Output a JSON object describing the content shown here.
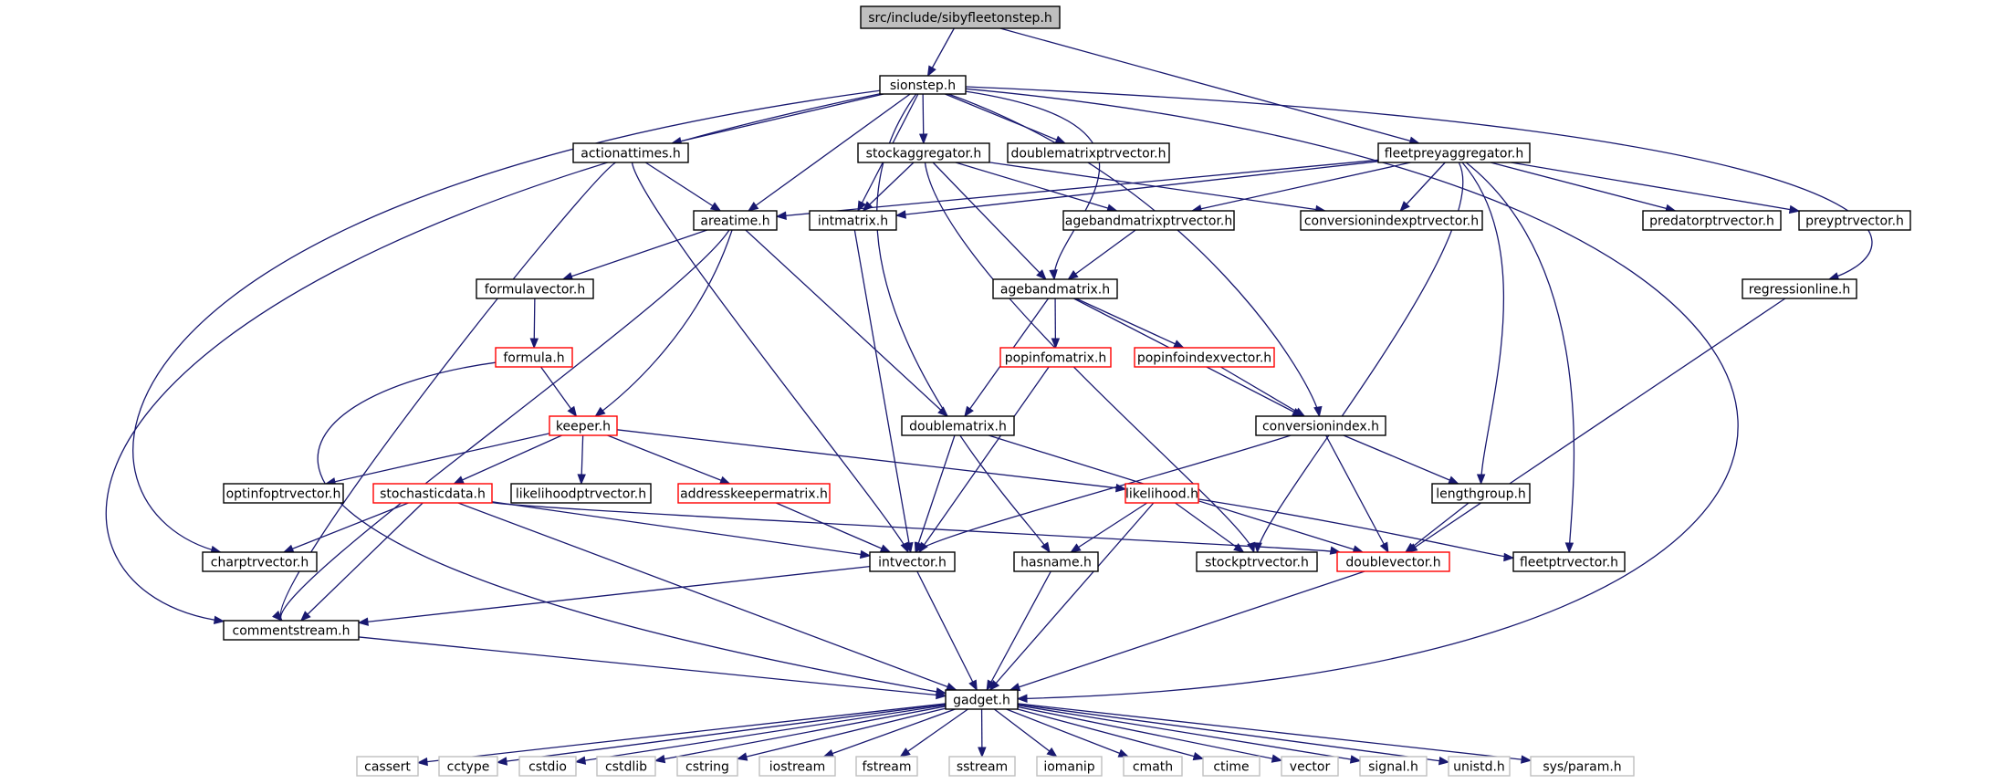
{
  "colors": {
    "edge": "#191970",
    "node_border_normal": "#000000",
    "node_border_incomplete": "#ff0000",
    "node_border_system": "#bfbfbf",
    "root_fill": "#bfbfbf",
    "node_fill": "#ffffff"
  },
  "nodes": [
    {
      "id": "root",
      "label": "src/include/sibyfleetonstep.h",
      "style": "root"
    },
    {
      "id": "sionstep",
      "label": "sionstep.h",
      "style": "normal"
    },
    {
      "id": "fleetprey",
      "label": "fleetpreyaggregator.h",
      "style": "normal"
    },
    {
      "id": "actiontimes",
      "label": "actionattimes.h",
      "style": "normal"
    },
    {
      "id": "stockagg",
      "label": "stockaggregator.h",
      "style": "normal"
    },
    {
      "id": "dmpv",
      "label": "doublematrixptrvector.h",
      "style": "normal"
    },
    {
      "id": "areatime",
      "label": "areatime.h",
      "style": "normal"
    },
    {
      "id": "intmatrix",
      "label": "intmatrix.h",
      "style": "normal"
    },
    {
      "id": "abmpv",
      "label": "agebandmatrixptrvector.h",
      "style": "normal"
    },
    {
      "id": "cipv",
      "label": "conversionindexptrvector.h",
      "style": "normal"
    },
    {
      "id": "predpv",
      "label": "predatorptrvector.h",
      "style": "normal"
    },
    {
      "id": "preypv",
      "label": "preyptrvector.h",
      "style": "normal"
    },
    {
      "id": "regline",
      "label": "regressionline.h",
      "style": "normal"
    },
    {
      "id": "formvec",
      "label": "formulavector.h",
      "style": "normal"
    },
    {
      "id": "abm",
      "label": "agebandmatrix.h",
      "style": "normal"
    },
    {
      "id": "formula",
      "label": "formula.h",
      "style": "incomplete"
    },
    {
      "id": "popinfomatrix",
      "label": "popinfomatrix.h",
      "style": "incomplete"
    },
    {
      "id": "popinfoidx",
      "label": "popinfoindexvector.h",
      "style": "incomplete"
    },
    {
      "id": "keeper",
      "label": "keeper.h",
      "style": "incomplete"
    },
    {
      "id": "doublematrix",
      "label": "doublematrix.h",
      "style": "normal"
    },
    {
      "id": "convidx",
      "label": "conversionindex.h",
      "style": "normal"
    },
    {
      "id": "optinfo",
      "label": "optinfoptrvector.h",
      "style": "normal"
    },
    {
      "id": "stochdata",
      "label": "stochasticdata.h",
      "style": "incomplete"
    },
    {
      "id": "likpv",
      "label": "likelihoodptrvector.h",
      "style": "normal"
    },
    {
      "id": "addrkeeper",
      "label": "addresskeepermatrix.h",
      "style": "incomplete"
    },
    {
      "id": "likelihood",
      "label": "likelihood.h",
      "style": "incomplete"
    },
    {
      "id": "lengthgroup",
      "label": "lengthgroup.h",
      "style": "normal"
    },
    {
      "id": "charpv",
      "label": "charptrvector.h",
      "style": "normal"
    },
    {
      "id": "intvector",
      "label": "intvector.h",
      "style": "normal"
    },
    {
      "id": "hasname",
      "label": "hasname.h",
      "style": "normal"
    },
    {
      "id": "stockpv",
      "label": "stockptrvector.h",
      "style": "normal"
    },
    {
      "id": "doublevector",
      "label": "doublevector.h",
      "style": "incomplete"
    },
    {
      "id": "fleetpv",
      "label": "fleetptrvector.h",
      "style": "normal"
    },
    {
      "id": "commentstream",
      "label": "commentstream.h",
      "style": "normal"
    },
    {
      "id": "gadget",
      "label": "gadget.h",
      "style": "normal"
    },
    {
      "id": "cassert",
      "label": "cassert",
      "style": "system"
    },
    {
      "id": "cctype",
      "label": "cctype",
      "style": "system"
    },
    {
      "id": "cstdio",
      "label": "cstdio",
      "style": "system"
    },
    {
      "id": "cstdlib",
      "label": "cstdlib",
      "style": "system"
    },
    {
      "id": "cstring",
      "label": "cstring",
      "style": "system"
    },
    {
      "id": "iostream",
      "label": "iostream",
      "style": "system"
    },
    {
      "id": "fstream",
      "label": "fstream",
      "style": "system"
    },
    {
      "id": "sstream",
      "label": "sstream",
      "style": "system"
    },
    {
      "id": "iomanip",
      "label": "iomanip",
      "style": "system"
    },
    {
      "id": "cmath",
      "label": "cmath",
      "style": "system"
    },
    {
      "id": "ctime",
      "label": "ctime",
      "style": "system"
    },
    {
      "id": "vector",
      "label": "vector",
      "style": "system"
    },
    {
      "id": "signal",
      "label": "signal.h",
      "style": "system"
    },
    {
      "id": "unistd",
      "label": "unistd.h",
      "style": "system"
    },
    {
      "id": "sysparam",
      "label": "sys/param.h",
      "style": "system"
    }
  ],
  "edges": [
    [
      "root",
      "sionstep"
    ],
    [
      "root",
      "fleetprey"
    ],
    [
      "sionstep",
      "actiontimes"
    ],
    [
      "sionstep",
      "stockagg"
    ],
    [
      "sionstep",
      "dmpv"
    ],
    [
      "sionstep",
      "areatime"
    ],
    [
      "sionstep",
      "intmatrix"
    ],
    [
      "sionstep",
      "abm"
    ],
    [
      "sionstep",
      "convidx"
    ],
    [
      "sionstep",
      "regline"
    ],
    [
      "sionstep",
      "charpv"
    ],
    [
      "sionstep",
      "commentstream"
    ],
    [
      "sionstep",
      "hasname"
    ],
    [
      "sionstep",
      "gadget"
    ],
    [
      "fleetprey",
      "areatime"
    ],
    [
      "fleetprey",
      "intmatrix"
    ],
    [
      "fleetprey",
      "abmpv"
    ],
    [
      "fleetprey",
      "cipv"
    ],
    [
      "fleetprey",
      "predpv"
    ],
    [
      "fleetprey",
      "preypv"
    ],
    [
      "fleetprey",
      "lengthgroup"
    ],
    [
      "fleetprey",
      "stockpv"
    ],
    [
      "fleetprey",
      "fleetpv"
    ],
    [
      "actiontimes",
      "areatime"
    ],
    [
      "actiontimes",
      "intvector"
    ],
    [
      "actiontimes",
      "commentstream"
    ],
    [
      "stockagg",
      "intmatrix"
    ],
    [
      "stockagg",
      "abmpv"
    ],
    [
      "stockagg",
      "cipv"
    ],
    [
      "stockagg",
      "abm"
    ],
    [
      "stockagg",
      "stockpv"
    ],
    [
      "areatime",
      "formvec"
    ],
    [
      "areatime",
      "keeper"
    ],
    [
      "areatime",
      "doublematrix"
    ],
    [
      "areatime",
      "commentstream"
    ],
    [
      "intmatrix",
      "intvector"
    ],
    [
      "abmpv",
      "abm"
    ],
    [
      "regline",
      "doublevector"
    ],
    [
      "formvec",
      "formula"
    ],
    [
      "formula",
      "keeper"
    ],
    [
      "formula",
      "gadget"
    ],
    [
      "abm",
      "popinfomatrix"
    ],
    [
      "abm",
      "popinfoidx"
    ],
    [
      "abm",
      "doublematrix"
    ],
    [
      "abm",
      "convidx"
    ],
    [
      "popinfomatrix",
      "intvector"
    ],
    [
      "popinfoidx",
      "convidx"
    ],
    [
      "keeper",
      "optinfo"
    ],
    [
      "keeper",
      "stochdata"
    ],
    [
      "keeper",
      "likpv"
    ],
    [
      "keeper",
      "addrkeeper"
    ],
    [
      "keeper",
      "likelihood"
    ],
    [
      "doublematrix",
      "intvector"
    ],
    [
      "doublematrix",
      "doublevector"
    ],
    [
      "convidx",
      "lengthgroup"
    ],
    [
      "convidx",
      "intvector"
    ],
    [
      "convidx",
      "doublevector"
    ],
    [
      "stochdata",
      "charpv"
    ],
    [
      "stochdata",
      "commentstream"
    ],
    [
      "stochdata",
      "intvector"
    ],
    [
      "stochdata",
      "doublevector"
    ],
    [
      "stochdata",
      "gadget"
    ],
    [
      "addrkeeper",
      "intvector"
    ],
    [
      "likelihood",
      "hasname"
    ],
    [
      "likelihood",
      "stockpv"
    ],
    [
      "likelihood",
      "fleetpv"
    ],
    [
      "likelihood",
      "gadget"
    ],
    [
      "lengthgroup",
      "doublevector"
    ],
    [
      "intvector",
      "commentstream"
    ],
    [
      "intvector",
      "gadget"
    ],
    [
      "hasname",
      "gadget"
    ],
    [
      "doublevector",
      "gadget"
    ],
    [
      "commentstream",
      "gadget"
    ],
    [
      "gadget",
      "cassert"
    ],
    [
      "gadget",
      "cctype"
    ],
    [
      "gadget",
      "cstdio"
    ],
    [
      "gadget",
      "cstdlib"
    ],
    [
      "gadget",
      "cstring"
    ],
    [
      "gadget",
      "iostream"
    ],
    [
      "gadget",
      "fstream"
    ],
    [
      "gadget",
      "sstream"
    ],
    [
      "gadget",
      "iomanip"
    ],
    [
      "gadget",
      "cmath"
    ],
    [
      "gadget",
      "ctime"
    ],
    [
      "gadget",
      "vector"
    ],
    [
      "gadget",
      "signal"
    ],
    [
      "gadget",
      "unistd"
    ],
    [
      "gadget",
      "sysparam"
    ]
  ]
}
